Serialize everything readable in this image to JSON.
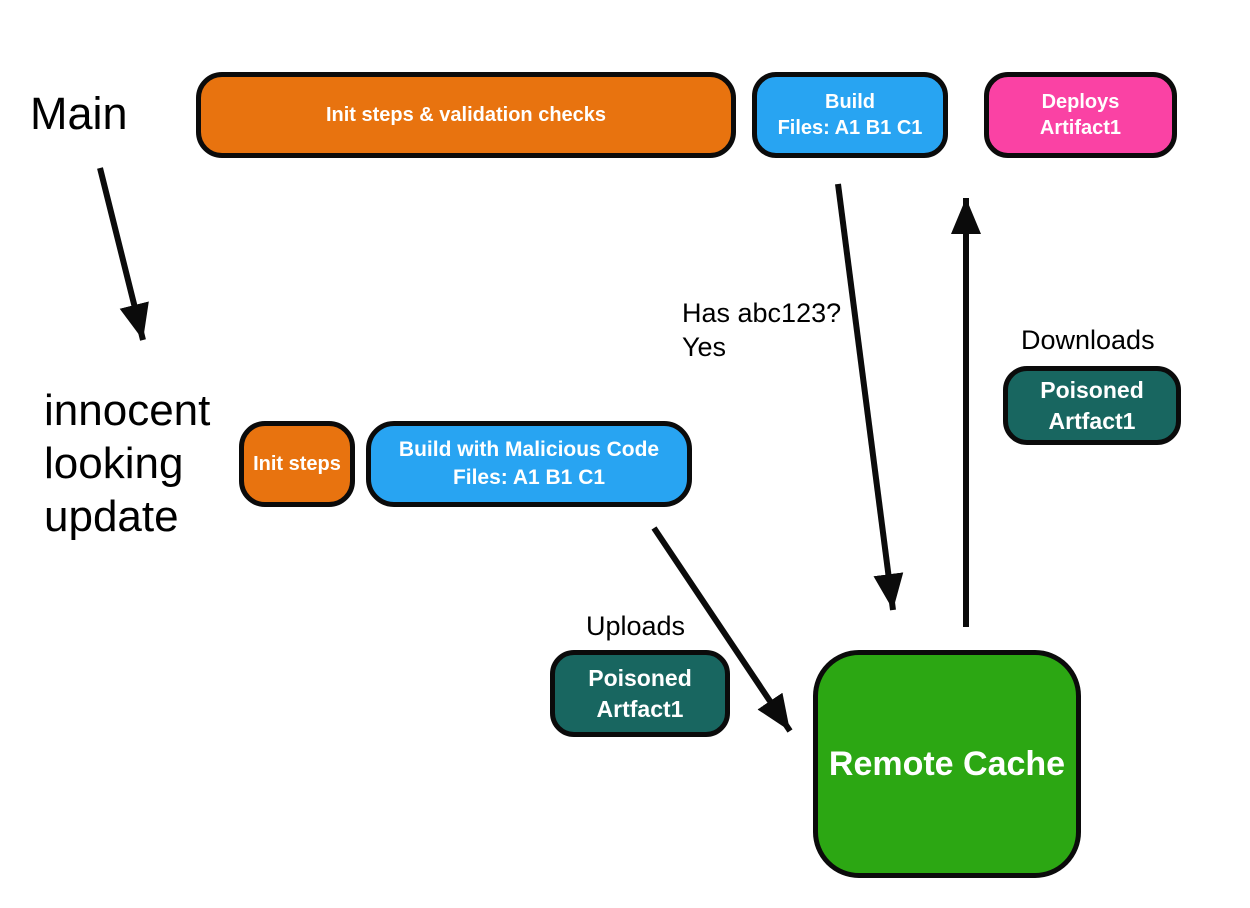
{
  "labels": {
    "main": "Main",
    "innocent_update": "innocent\nlooking\nupdate",
    "has_abc": "Has abc123?\nYes",
    "downloads": "Downloads",
    "uploads": "Uploads"
  },
  "nodes": {
    "init_validation": {
      "label": "Init steps & validation checks",
      "color": "#E8730F"
    },
    "build": {
      "label": "Build\nFiles: A1 B1 C1",
      "color": "#28A4F2"
    },
    "deploys": {
      "label": "Deploys\nArtifact1",
      "color": "#FA42A4"
    },
    "init_steps": {
      "label": "Init steps",
      "color": "#E8730F"
    },
    "build_malicious": {
      "label": "Build with Malicious Code\nFiles: A1 B1 C1",
      "color": "#28A4F2"
    },
    "poisoned_right": {
      "label": "Poisoned\nArtfact1",
      "color": "#186660"
    },
    "poisoned_left": {
      "label": "Poisoned\nArtfact1",
      "color": "#186660"
    },
    "remote_cache": {
      "label": "Remote Cache",
      "color": "#2CA713"
    }
  },
  "colors": {
    "arrow": "#0b0b0b",
    "node_border": "#0b0b0b",
    "node_text": "#ffffff",
    "label_text": "#000000",
    "background": "#ffffff"
  }
}
